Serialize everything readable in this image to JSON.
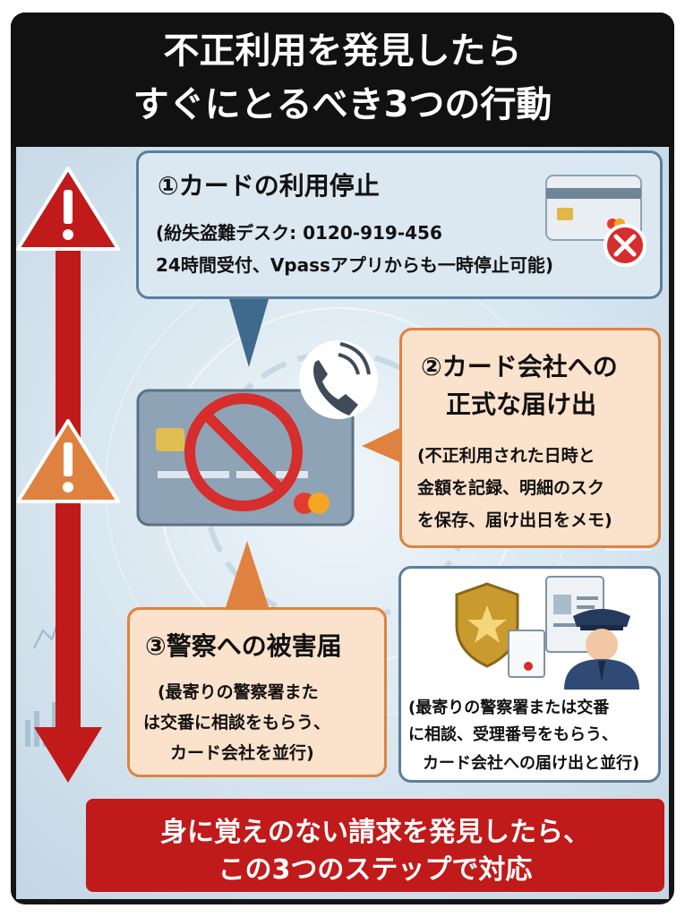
{
  "header": {
    "line1": "不正利用を発見したら",
    "line2": "すぐにとるべき3つの行動"
  },
  "step1": {
    "title": "①カードの利用停止",
    "desc_line1": "(紛失盗難デスク: 0120-919-456",
    "desc_line2": "24時間受付、Vpassアプリからも一時停止可能)"
  },
  "step2": {
    "title_line1": "②カード会社への",
    "title_line2": "正式な届け出",
    "desc_line1": "(不正利用された日時と",
    "desc_line2": "金額を記録、明細のスク",
    "desc_line3": "を保存、届け出日をメモ)"
  },
  "step3": {
    "title": "③警察への被害届",
    "desc_line1": "(最寄りの警察署また",
    "desc_line2": "は交番に相談をもらう、",
    "desc_line3": "カード会社を並行)"
  },
  "police_note": {
    "line1": "(最寄りの警察署または交番",
    "line2": "に相談、受理番号をもらう、",
    "line3": "カード会社への届け出と並行)"
  },
  "footer": {
    "line1": "身に覚えのない請求を発見したら、",
    "line2": "この3つのステップで対応"
  },
  "icons": [
    "warning-red-icon",
    "warning-orange-icon",
    "credit-card-icon",
    "prohibited-icon",
    "phone-icon",
    "police-badge-icon",
    "police-officer-icon",
    "id-document-icon",
    "cancel-x-icon"
  ],
  "colors": {
    "arrow_red": "#c01a1a",
    "step_orange": "#e0823f",
    "step_blue": "#5b7f9c",
    "footer_red": "#c01a1a",
    "header_black": "#111111"
  }
}
